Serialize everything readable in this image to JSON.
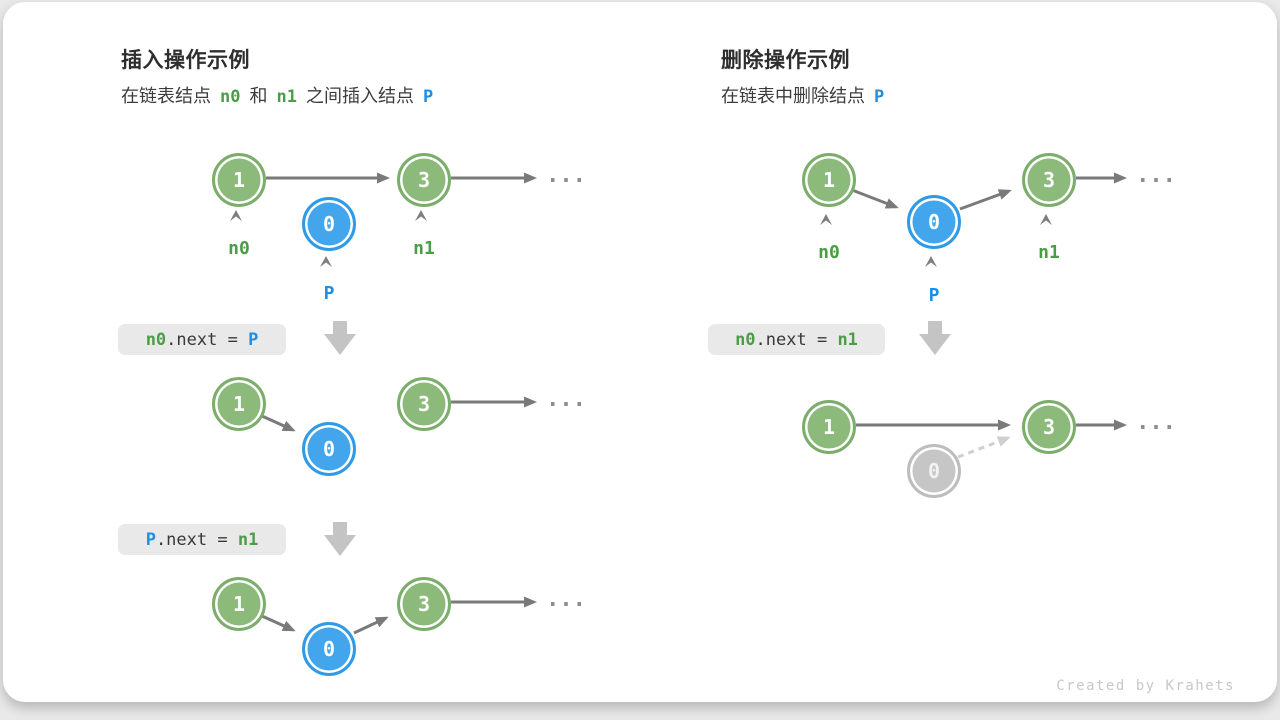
{
  "colors": {
    "node_green": "#8bba7a",
    "node_blue": "#43a6ec",
    "node_deleted_gray": "#c6c6c6",
    "text_green": "#4b9d46",
    "text_blue": "#1b8fe6",
    "arrow_gray": "#7a7a7a",
    "dashed_arrow_gray": "#cfcfcf",
    "code_box_bg": "#e9e9e9",
    "block_arrow_gray": "#c4c4c4"
  },
  "values": {
    "one": "1",
    "zero": "0",
    "three": "3"
  },
  "labels": {
    "n0": "n0",
    "n1": "n1",
    "p": "P"
  },
  "ellipsis": "...",
  "insert": {
    "title": "插入操作示例",
    "subtitle": [
      "在链表结点",
      "n0",
      "和",
      "n1",
      "之间插入结点",
      "P"
    ],
    "code1": {
      "lhs": "n0",
      "mid": ".next = ",
      "rhs": "P"
    },
    "code2": {
      "lhs": "P",
      "mid": ".next = ",
      "rhs": "n1"
    }
  },
  "delete": {
    "title": "删除操作示例",
    "subtitle": [
      "在链表中删除结点",
      "P"
    ],
    "code1": {
      "lhs": "n0",
      "mid": ".next = ",
      "rhs": "n1"
    }
  },
  "footer": "Created by Krahets"
}
